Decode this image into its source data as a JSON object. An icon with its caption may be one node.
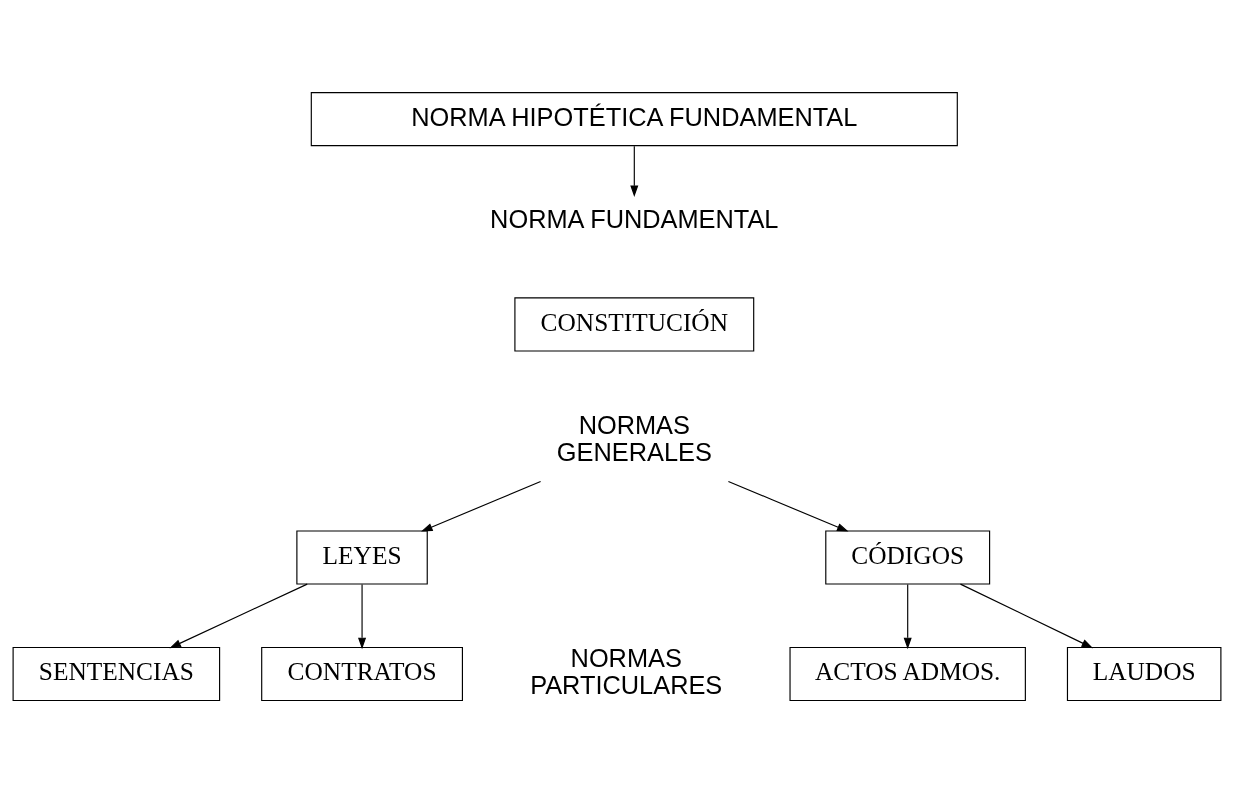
{
  "diagram": {
    "nodes": [
      {
        "text": [
          "NORMA HIPOTÉTICA FUNDAMENTAL"
        ]
      },
      {
        "text": [
          "NORMA FUNDAMENTAL"
        ]
      },
      {
        "text": [
          "CONSTITUCIÓN"
        ]
      },
      {
        "text": [
          "NORMAS GENERALES"
        ]
      },
      {
        "text": [
          "LEYES"
        ]
      },
      {
        "text": [
          "CÓDIGOS"
        ]
      },
      {
        "text": [
          "SENTENCIAS"
        ]
      },
      {
        "text": [
          "CONTRATOS"
        ]
      },
      {
        "text": [
          "ACTOS ADMOS."
        ]
      },
      {
        "text": [
          "LAUDOS"
        ]
      }
    ],
    "edges": [
      {
        "from": 0,
        "to": 1,
        "arrow": "to"
      },
      {
        "from": 3,
        "to": 4,
        "arrow": "to"
      },
      {
        "from": 3,
        "to": 5,
        "arrow": "to"
      },
      {
        "from": 4,
        "to": 6,
        "arrow": "to"
      },
      {
        "from": 4,
        "to": 7,
        "arrow": "to"
      },
      {
        "from": 5,
        "to": 8,
        "arrow": "to"
      },
      {
        "from": 5,
        "to": 9,
        "arrow": "to"
      }
    ],
    "labels": [
      "NORMAS PARTICULARES"
    ]
  }
}
